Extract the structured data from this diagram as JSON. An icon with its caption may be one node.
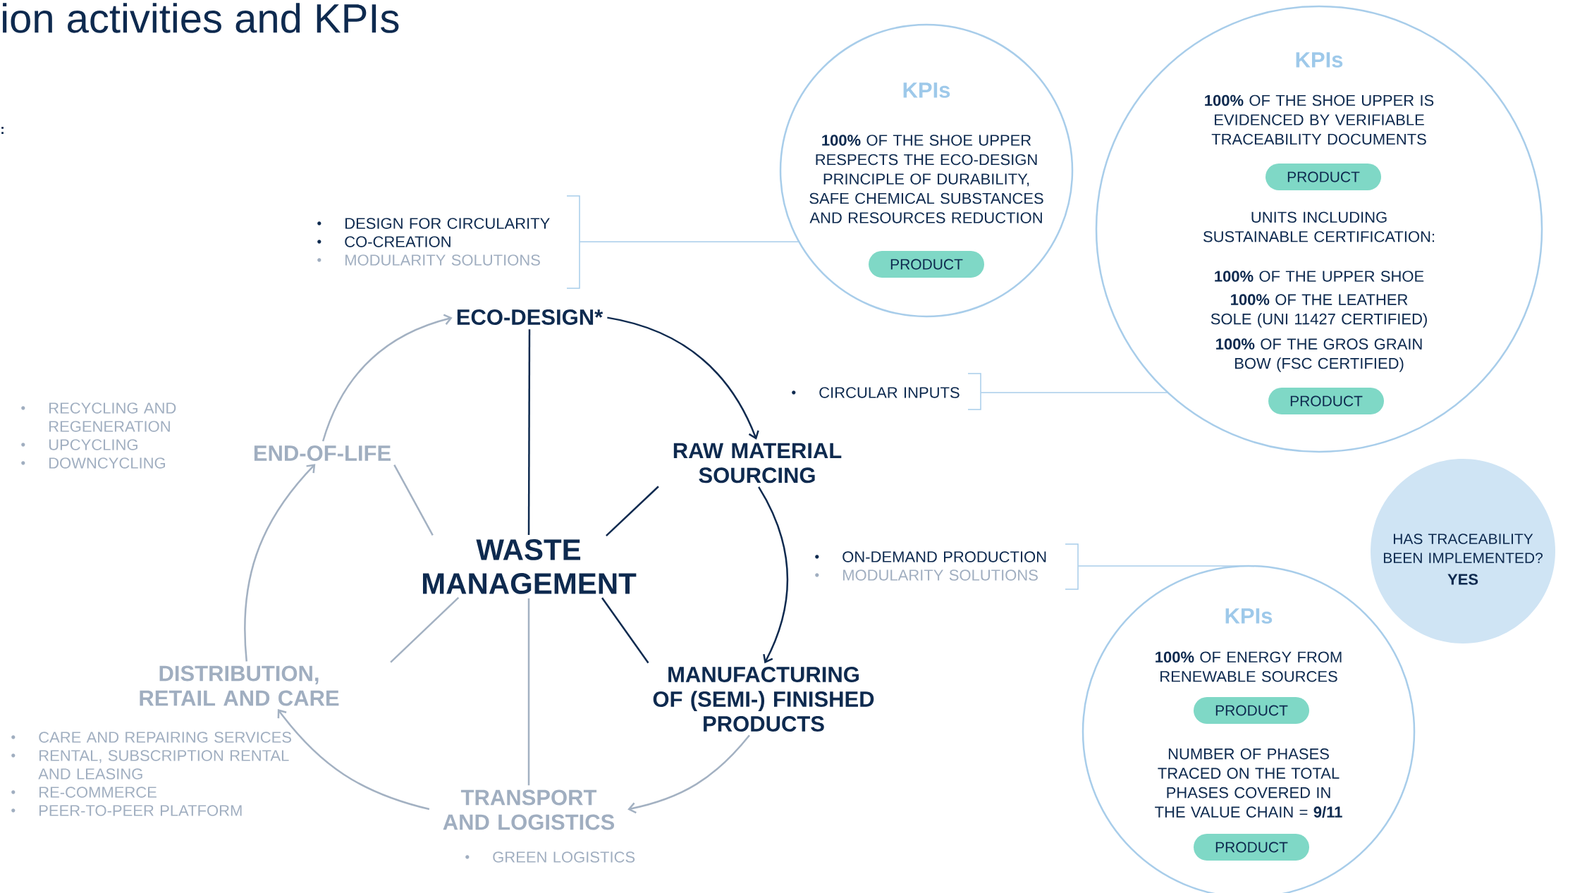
{
  "diagram": {
    "title": "ion activities and KPIs",
    "nodes": [
      {
        "text": [
          "ECO-DESIGN*"
        ]
      },
      {
        "text": [
          "RAW MATERIAL SOURCING"
        ]
      },
      {
        "text": [
          "MANUFACTURING OF (SEMI-) FINISHED PRODUCTS"
        ]
      },
      {
        "text": [
          "TRANSPORT AND LOGISTICS"
        ]
      },
      {
        "text": [
          "DISTRIBUTION, RETAIL AND CARE"
        ]
      },
      {
        "text": [
          "END-OF-LIFE"
        ]
      },
      {
        "text": [
          "WASTE MANAGEMENT"
        ]
      },
      {
        "text": [
          "DESIGN FOR CIRCULARITY",
          "CO-CREATION",
          "MODULARITY SOLUTIONS"
        ]
      },
      {
        "text": [
          "KPIs",
          "**100%** OF THE SHOE UPPER RESPECTS THE ECO-DESIGN PRINCIPLE OF DURABILITY, SAFE CHEMICAL SUBSTANCES AND RESOURCES REDUCTION"
        ]
      },
      {
        "text": [
          "PRODUCT"
        ],
        "in": 8
      },
      {
        "text": [
          "CIRCULAR INPUTS"
        ]
      },
      {
        "text": [
          "KPIs",
          "**100%** OF THE SHOE UPPER IS EVIDENCED BY VERIFIABLE TRACEABILITY DOCUMENTS",
          "UNITS INCLUDING SUSTAINABLE CERTIFICATION:",
          "**100%** OF THE UPPER SHOE",
          "**100%** OF THE LEATHER SOLE (UNI 11427 CERTIFIED)",
          "**100%** OF THE GROS GRAIN BOW (FSC CERTIFIED)"
        ]
      },
      {
        "text": [
          "PRODUCT"
        ],
        "in": 11
      },
      {
        "text": [
          "PRODUCT"
        ],
        "in": 11
      },
      {
        "text": [
          "ON-DEMAND PRODUCTION",
          "MODULARITY SOLUTIONS"
        ]
      },
      {
        "text": [
          "HAS TRACEABILITY BEEN IMPLEMENTED?",
          "YES"
        ]
      },
      {
        "text": [
          "KPIs",
          "**100%** OF ENERGY FROM RENEWABLE SOURCES",
          "NUMBER OF PHASES TRACED ON THE TOTAL PHASES COVERED IN THE VALUE CHAIN = **9/11**"
        ]
      },
      {
        "text": [
          "PRODUCT"
        ],
        "in": 16
      },
      {
        "text": [
          "PRODUCT"
        ],
        "in": 16
      },
      {
        "text": [
          "RECYCLING AND REGENERATION",
          "UPCYCLING",
          "DOWNCYCLING"
        ]
      },
      {
        "text": [
          "CARE AND REPAIRING SERVICES",
          "RENTAL, SUBSCRIPTION RENTAL AND LEASING",
          "RE-COMMERCE",
          "PEER-TO-PEER PLATFORM"
        ]
      },
      {
        "text": [
          "GREEN LOGISTICS"
        ]
      }
    ],
    "edges": [
      {
        "from": 0,
        "to": 1,
        "arrow": "to",
        "color": "#0e2a4f"
      },
      {
        "from": 1,
        "to": 2,
        "arrow": "to",
        "color": "#0e2a4f"
      },
      {
        "from": 2,
        "to": 3,
        "arrow": "to"
      },
      {
        "from": 3,
        "to": 4,
        "arrow": "to"
      },
      {
        "from": 4,
        "to": 5,
        "arrow": "to"
      },
      {
        "from": 5,
        "to": 0,
        "arrow": "to"
      },
      {
        "from": 6,
        "to": 0,
        "arrow": "none",
        "color": "#0e2a4f"
      },
      {
        "from": 6,
        "to": 1,
        "arrow": "none",
        "color": "#0e2a4f"
      },
      {
        "from": 6,
        "to": 2,
        "arrow": "none",
        "color": "#0e2a4f"
      },
      {
        "from": 6,
        "to": 3,
        "arrow": "none"
      },
      {
        "from": 6,
        "to": 4,
        "arrow": "none"
      },
      {
        "from": 6,
        "to": 5,
        "arrow": "none"
      },
      {
        "from": 7,
        "to": 8,
        "arrow": "none",
        "color": "#a8cdea"
      },
      {
        "from": 10,
        "to": 11,
        "arrow": "none",
        "color": "#a8cdea"
      },
      {
        "from": 14,
        "to": 16,
        "arrow": "none",
        "color": "#a8cdea"
      }
    ],
    "labels": [
      ":"
    ]
  }
}
